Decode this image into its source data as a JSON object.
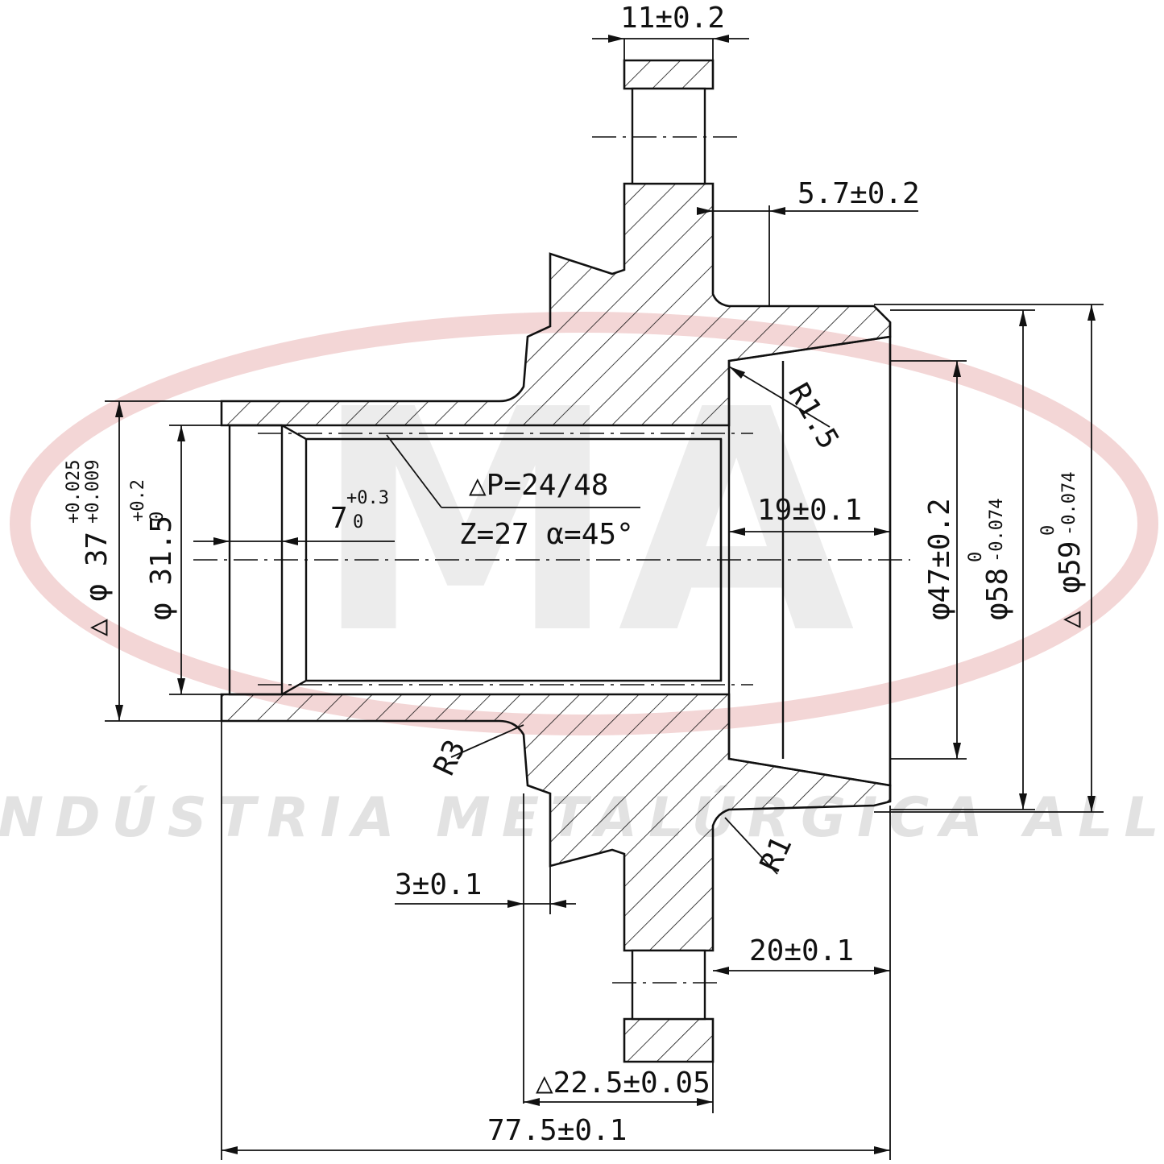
{
  "watermark": {
    "logo_text": "MA",
    "company": "INDÚSTRIA METALÚRGICA ALLI",
    "ellipse_color": "#f3d6d6",
    "text_color": "#e6e6e6"
  },
  "drawing": {
    "line_color": "#111111"
  },
  "dimensions": {
    "top_width": "11±0.2",
    "shoulder": "5.7±0.2",
    "groove_tol_top": "+0.3",
    "groove_tol_bottom": "0",
    "groove_nominal": "7",
    "gear_pitch": "△P=24/48",
    "gear_teeth": "Z=27  α=45°",
    "bore_depth": "19±0.1",
    "radius_top": "R1.5",
    "radius_r3": "R3",
    "radius_r1": "R1",
    "dia_37_main": "△ φ 37",
    "dia_37_tol_top": "+0.025",
    "dia_37_tol_bottom": "+0.009",
    "dia_31_main": "φ 31.5",
    "dia_31_tol_top": "+0.2",
    "dia_31_tol_bottom": "0",
    "dia_47": "φ47±0.2",
    "dia_58_main": "φ58",
    "dia_58_tol_top": "0",
    "dia_58_tol_bottom": "-0.074",
    "dia_59_main": "△ φ59",
    "dia_59_tol_top": "0",
    "dia_59_tol_bottom": "-0.074",
    "flange_thk": "3±0.1",
    "hub_width": "20±0.1",
    "gear_pos": "△22.5±0.05",
    "overall": "77.5±0.1"
  }
}
